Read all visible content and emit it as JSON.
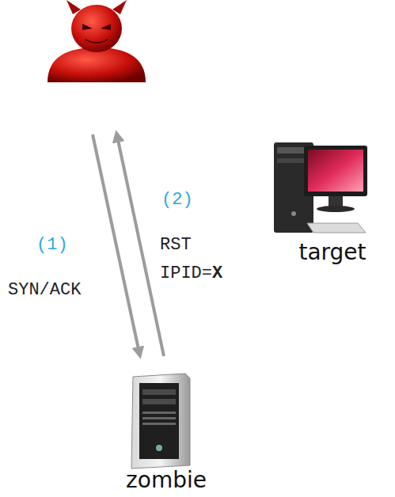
{
  "diagram": {
    "nodes": [
      {
        "text": [
          "target"
        ]
      },
      {
        "text": [
          "zombie"
        ]
      }
    ],
    "labels": [
      "(1)",
      "SYN/ACK",
      "(2)",
      "RST",
      "IPID=",
      "X"
    ]
  }
}
